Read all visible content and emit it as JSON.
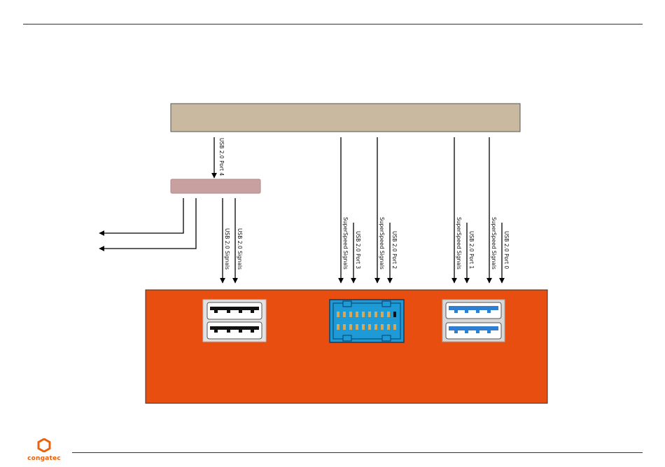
{
  "labels": {
    "usb20_port4": "USB 2.0 Port 4",
    "usb20_signals": "USB 2.0 Signals",
    "superspeed_signals": "SuperSpeed Signals",
    "usb20_port3": "USB 2.0 Port 3",
    "usb20_port2": "USB 2.0 Port 2",
    "usb20_port1": "USB 2.0 Port 1",
    "usb20_port0": "USB 2.0 Port 0"
  },
  "brand": {
    "name": "congatec"
  },
  "colors": {
    "controller": "#c9b9a0",
    "hub": "#c9a0a0",
    "board": "#e84e0f",
    "usb3_blue": "#2e7fd1",
    "header_blue": "#1e9ad6",
    "brand_orange": "#e8620f"
  }
}
